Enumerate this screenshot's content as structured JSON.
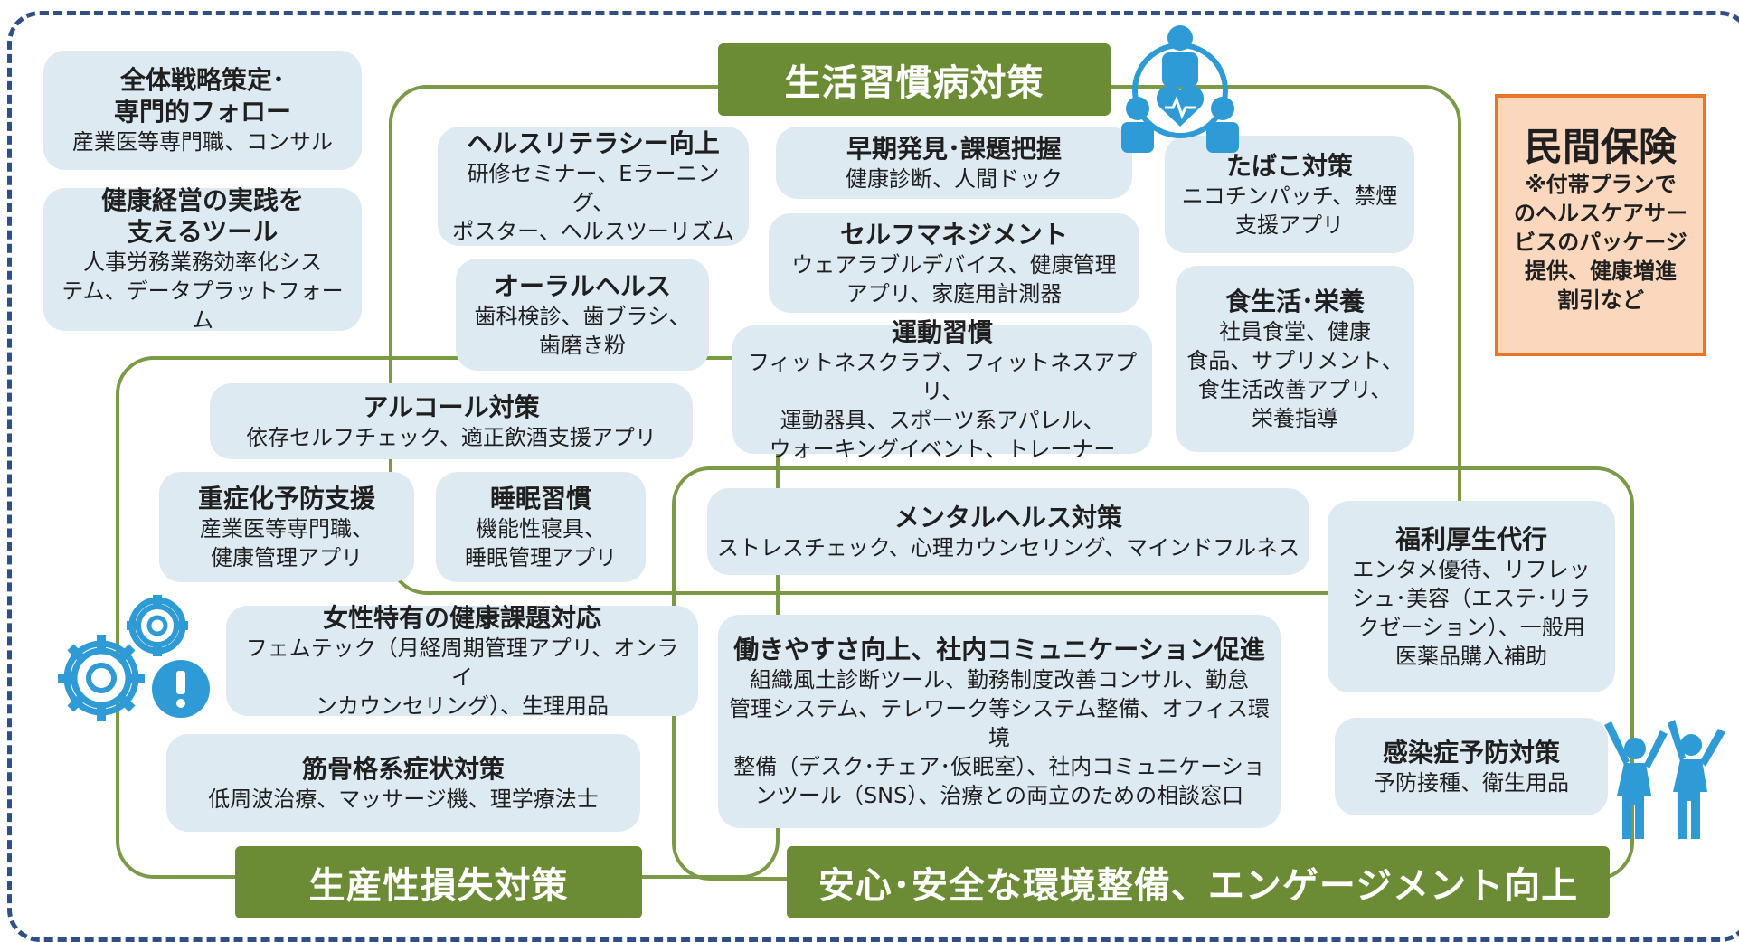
{
  "colors": {
    "band": "#6c8b35",
    "box": "#deeaf1",
    "outline": "#7a9a46",
    "frame": "#2f4f85",
    "insurance_bg": "#fad7bd",
    "insurance_border": "#e8752a",
    "icon": "#2e9bd6"
  },
  "bands": {
    "lifestyle": "生活習慣病対策",
    "productivity": "生産性損失対策",
    "environment": "安心･安全な環境整備、エンゲージメント向上"
  },
  "boxes": {
    "strategy": {
      "title": "全体戦略策定･\n専門的フォロー",
      "desc": "産業医等専門職、コンサル"
    },
    "tools": {
      "title": "健康経営の実践を\n支えるツール",
      "desc": "人事労務業務効率化シス\nテム、データプラットフォーム"
    },
    "literacy": {
      "title": "ヘルスリテラシー向上",
      "desc": "研修セミナー、Eラーニング、\nポスター、ヘルスツーリズム"
    },
    "early": {
      "title": "早期発見･課題把握",
      "desc": "健康診断、人間ドック"
    },
    "selfmgmt": {
      "title": "セルフマネジメント",
      "desc": "ウェアラブルデバイス、健康管理\nアプリ、家庭用計測器"
    },
    "tobacco": {
      "title": "たばこ対策",
      "desc": "ニコチンパッチ、禁煙\n支援アプリ"
    },
    "oral": {
      "title": "オーラルヘルス",
      "desc": "歯科検診、歯ブラシ、\n歯磨き粉"
    },
    "exercise": {
      "title": "運動習慣",
      "desc": "フィットネスクラブ、フィットネスアプリ、\n運動器具、スポーツ系アパレル、\nウォーキングイベント、トレーナー"
    },
    "food": {
      "title": "食生活･栄養",
      "desc": "社員食堂、健康\n食品、サプリメント、\n食生活改善アプリ、\n栄養指導"
    },
    "alcohol": {
      "title": "アルコール対策",
      "desc": "依存セルフチェック、適正飲酒支援アプリ"
    },
    "severe": {
      "title": "重症化予防支援",
      "desc": "産業医等専門職、\n健康管理アプリ"
    },
    "sleep": {
      "title": "睡眠習慣",
      "desc": "機能性寝具、\n睡眠管理アプリ"
    },
    "mental": {
      "title": "メンタルヘルス対策",
      "desc": "ストレスチェック、心理カウンセリング、マインドフルネス"
    },
    "welfare": {
      "title": "福利厚生代行",
      "desc": "エンタメ優待、リフレッ\nシュ･美容（エステ･リラ\nクゼーション）、一般用\n医薬品購入補助"
    },
    "women": {
      "title": "女性特有の健康課題対応",
      "desc": "フェムテック（月経周期管理アプリ、オンライ\nンカウンセリング）、生理用品"
    },
    "workstyle": {
      "title": "働きやすさ向上、社内コミュニケーション促進",
      "desc": "組織風土診断ツール、勤務制度改善コンサル、勤怠\n管理システム、テレワーク等システム整備、オフィス環境\n整備（デスク･チェア･仮眠室）、社内コミュニケーショ\nンツール（SNS）、治療との両立のための相談窓口"
    },
    "infection": {
      "title": "感染症予防対策",
      "desc": "予防接種、衛生用品"
    },
    "muscle": {
      "title": "筋骨格系症状対策",
      "desc": "低周波治療、マッサージ機、理学療法士"
    }
  },
  "insurance": {
    "title": "民間保険",
    "desc": "※付帯プランで\nのヘルスケアサー\nビスのパッケージ\n提供、健康増進\n割引など"
  },
  "icons": [
    "medical-team-icon",
    "gears-icon",
    "cheering-people-icon"
  ]
}
